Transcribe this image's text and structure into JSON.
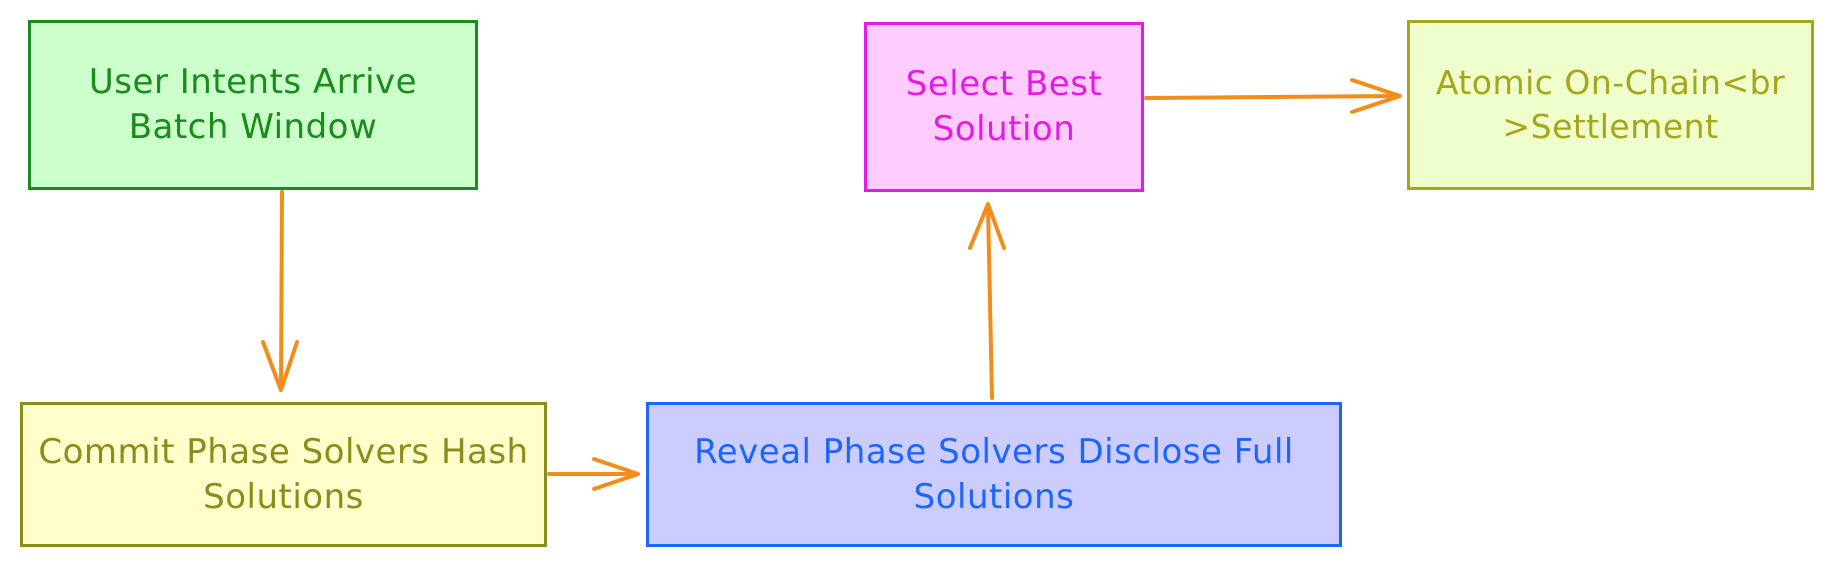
{
  "diagram": {
    "nodes": {
      "intents": {
        "label": "User Intents Arrive Batch Window"
      },
      "commit": {
        "label": "Commit Phase Solvers Hash Solutions"
      },
      "reveal": {
        "label": "Reveal Phase Solvers Disclose Full Solutions"
      },
      "select": {
        "label": "Select Best Solution"
      },
      "settle": {
        "label": "Atomic On-Chain<br>Settlement"
      }
    },
    "edges": [
      {
        "from": "intents",
        "to": "commit"
      },
      {
        "from": "commit",
        "to": "reveal"
      },
      {
        "from": "reveal",
        "to": "select"
      },
      {
        "from": "select",
        "to": "settle"
      }
    ],
    "colors": {
      "edge": "#f28c1a",
      "intents": "#1a8c1a",
      "commit": "#8c8c1a",
      "reveal": "#1a66ff",
      "select": "#e619e6",
      "settle": "#a6a619"
    }
  }
}
